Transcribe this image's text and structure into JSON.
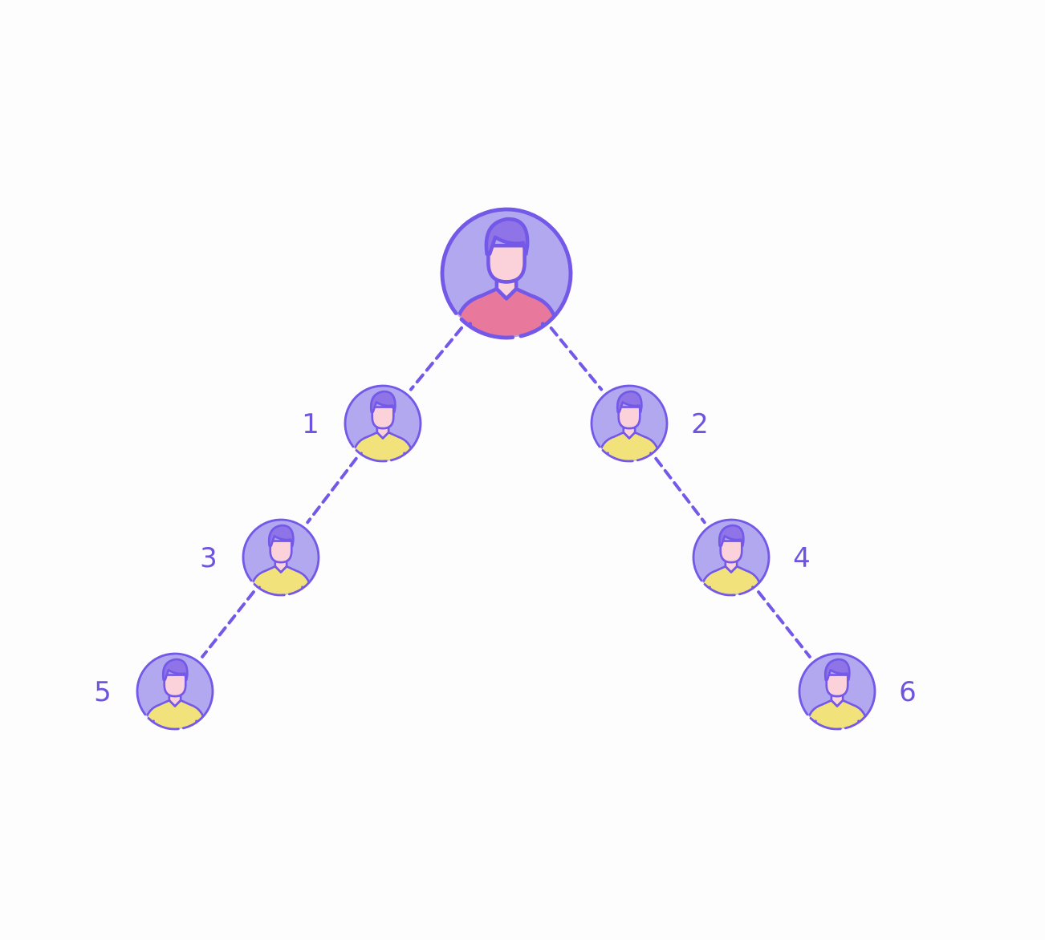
{
  "colors": {
    "outline": "#7458e8",
    "node_fill": "#b2a8f0",
    "hair": "#8e74e6",
    "skin": "#fcd2da",
    "root_shirt": "#e8799c",
    "member_shirt": "#f2e27c",
    "label": "#6f55de",
    "connector": "#7458e8"
  },
  "root": {
    "icon": "user-icon",
    "shirt": "root_shirt"
  },
  "members": [
    {
      "label": "1",
      "icon": "user-icon",
      "shirt": "member_shirt"
    },
    {
      "label": "2",
      "icon": "user-icon",
      "shirt": "member_shirt"
    },
    {
      "label": "3",
      "icon": "user-icon",
      "shirt": "member_shirt"
    },
    {
      "label": "4",
      "icon": "user-icon",
      "shirt": "member_shirt"
    },
    {
      "label": "5",
      "icon": "user-icon",
      "shirt": "member_shirt"
    },
    {
      "label": "6",
      "icon": "user-icon",
      "shirt": "member_shirt"
    }
  ],
  "links": [
    {
      "from": "root",
      "to": "1"
    },
    {
      "from": "root",
      "to": "2"
    },
    {
      "from": "1",
      "to": "3"
    },
    {
      "from": "2",
      "to": "4"
    },
    {
      "from": "3",
      "to": "5"
    },
    {
      "from": "4",
      "to": "6"
    }
  ]
}
